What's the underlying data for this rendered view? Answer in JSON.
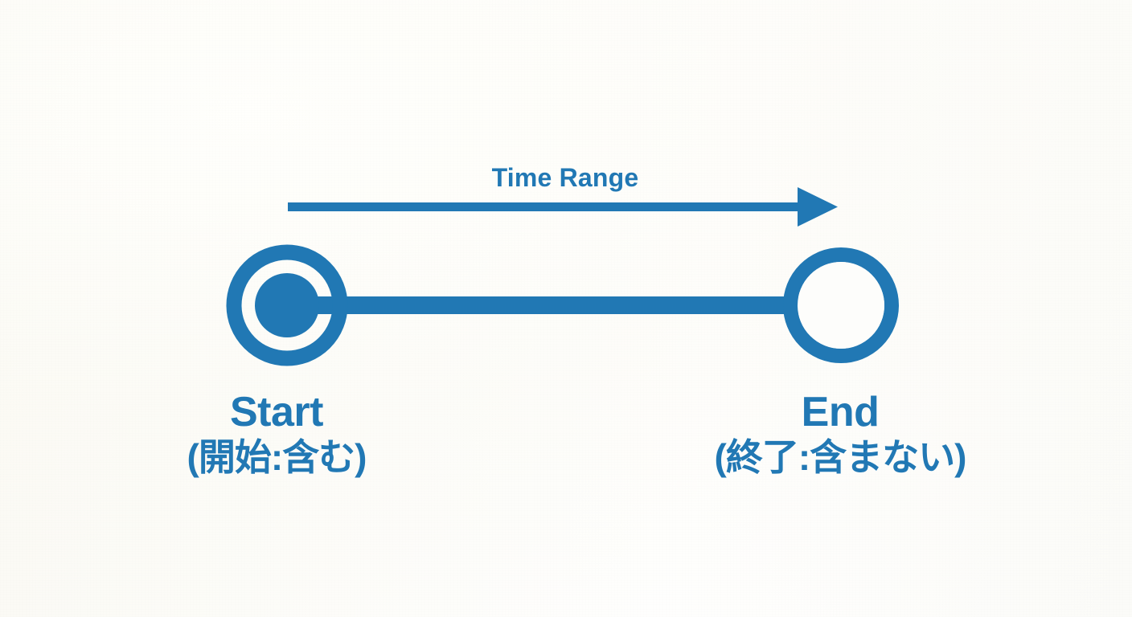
{
  "diagram": {
    "type": "time-range-interval-diagram",
    "background_color": "#fbfaf6",
    "accent_color": "#2178b4",
    "arrow": {
      "label": "Time Range",
      "direction": "left-to-right"
    },
    "endpoints": [
      {
        "id": "start",
        "title": "Start",
        "subtitle": "(開始:含む)",
        "marker": "filled-circle-in-ring",
        "inclusive": true
      },
      {
        "id": "end",
        "title": "End",
        "subtitle": "(終了:含まない)",
        "marker": "hollow-ring",
        "inclusive": false
      }
    ]
  }
}
